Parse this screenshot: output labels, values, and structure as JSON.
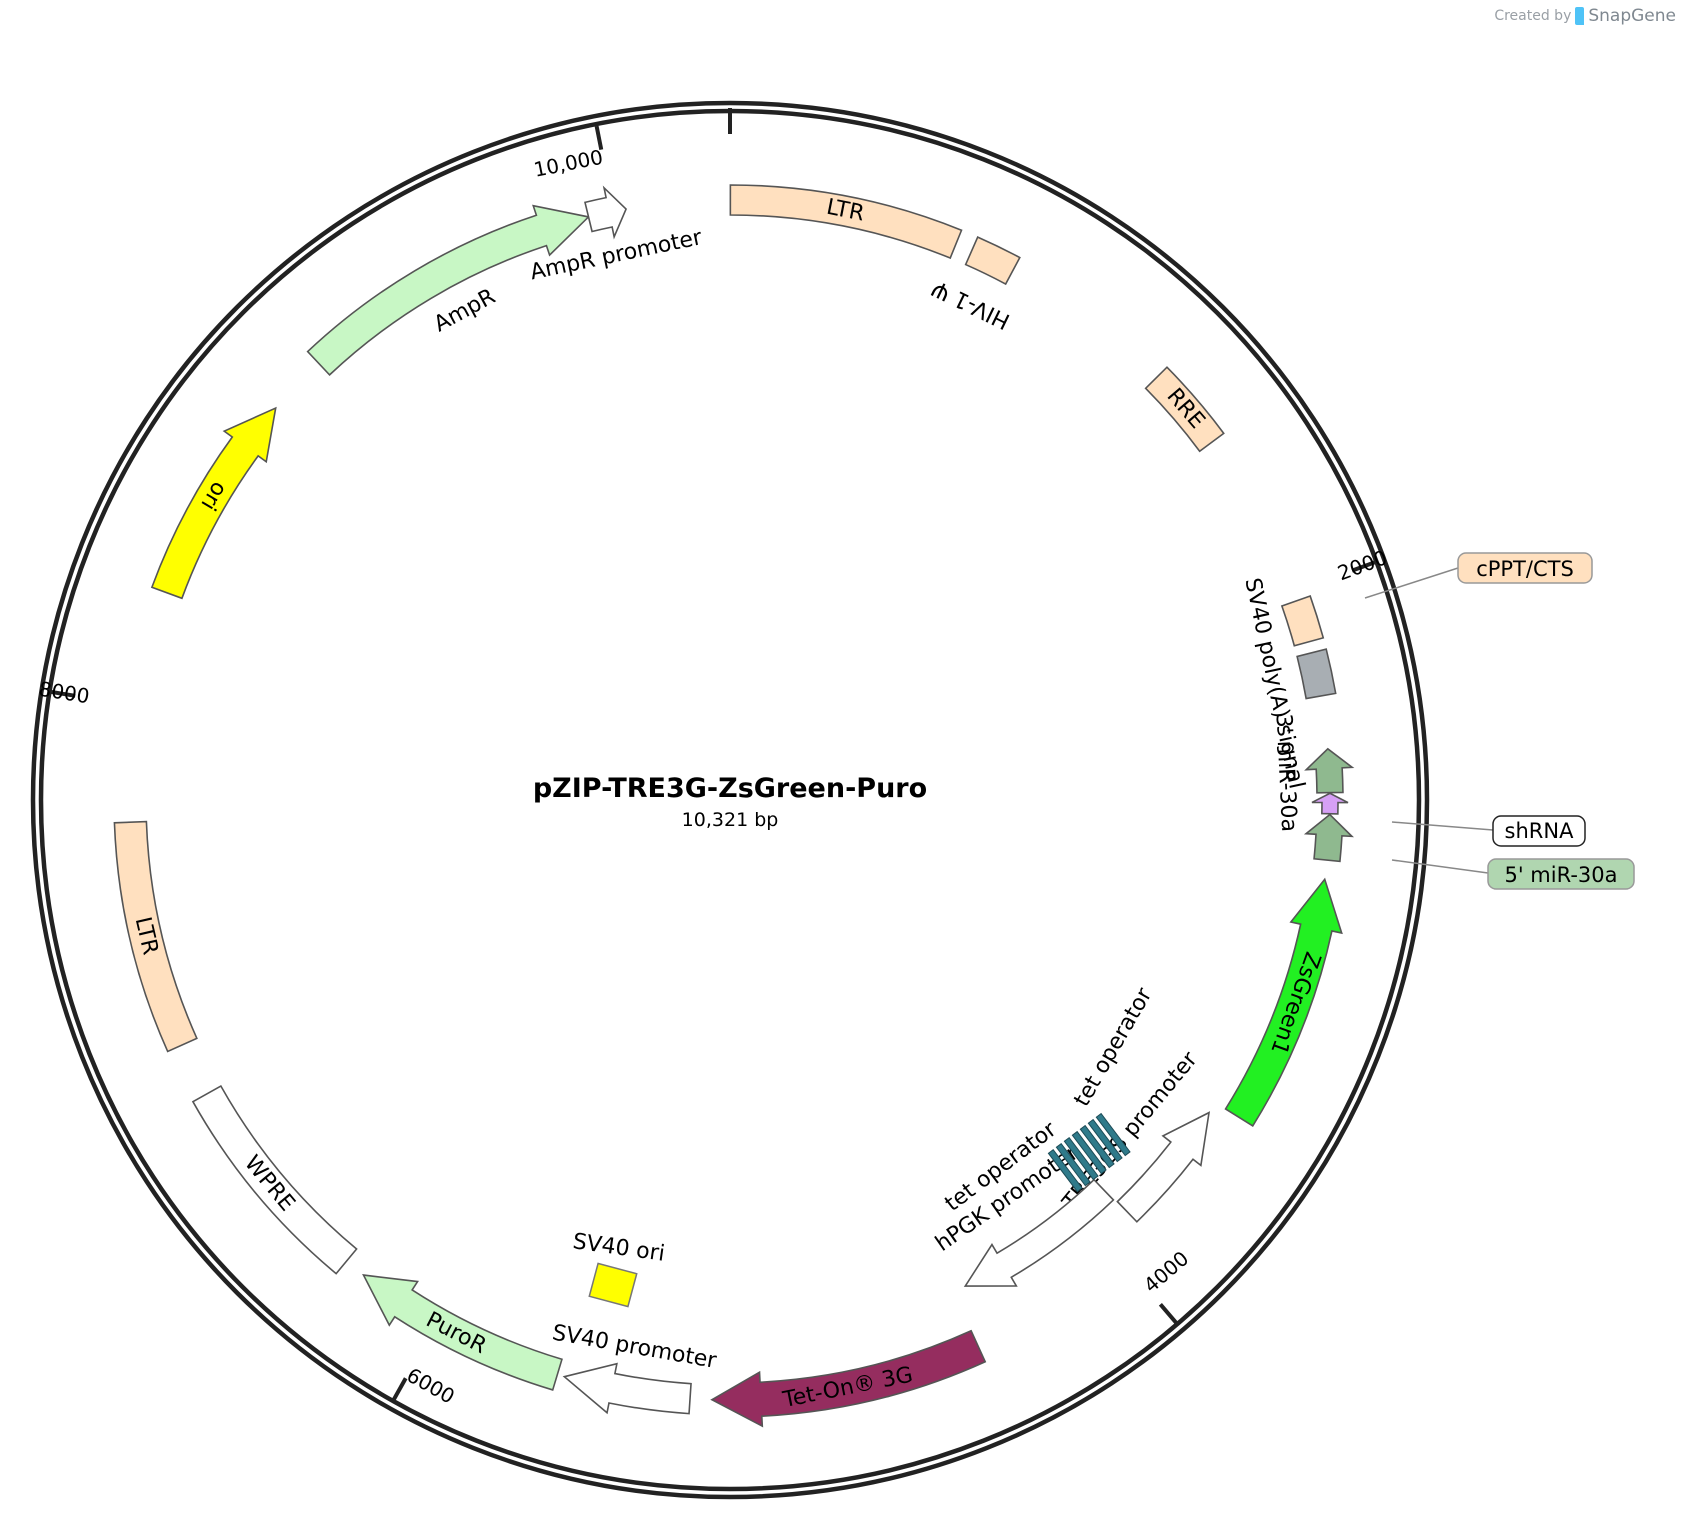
{
  "credit": {
    "prefix": "Created by",
    "brand": "SnapGene"
  },
  "plasmid": {
    "name": "pZIP-TRE3G-ZsGreen-Puro",
    "size_label": "10,321 bp",
    "length_bp": 10321
  },
  "ticks": [
    {
      "bp": 2000,
      "label": "2000"
    },
    {
      "bp": 4000,
      "label": "4000"
    },
    {
      "bp": 6000,
      "label": "6000"
    },
    {
      "bp": 8000,
      "label": "8000"
    },
    {
      "bp": 10000,
      "label": "10,000"
    }
  ],
  "features": [
    {
      "id": "ltr-5",
      "label": "LTR",
      "start": 1,
      "end": 634,
      "color": "#ffe0bf",
      "type": "box"
    },
    {
      "id": "hiv-psi",
      "label": "HIV-1 Ψ",
      "start": 681,
      "end": 806,
      "color": "#ffe0bf",
      "type": "box"
    },
    {
      "id": "rre",
      "label": "RRE",
      "start": 1298,
      "end": 1531,
      "color": "#ffe0bf",
      "type": "box"
    },
    {
      "id": "cppt",
      "label": "cPPT/CTS",
      "start": 2025,
      "end": 2142,
      "color": "#ffe0bf",
      "type": "box"
    },
    {
      "id": "sv40-pa",
      "label": "SV40 poly(A) signal",
      "start": 2173,
      "end": 2294,
      "color": "#a8aeb3",
      "type": "box"
    },
    {
      "id": "mir30-3",
      "label": "3' miR-30a",
      "start": 2440,
      "end": 2560,
      "color": "#8fb98f",
      "type": "arrow-rev"
    },
    {
      "id": "shrna",
      "label": "shRNA",
      "start": 2562,
      "end": 2618,
      "color": "#d6a0f5",
      "type": "arrow-rev"
    },
    {
      "id": "mir30-5",
      "label": "5' miR-30a",
      "start": 2620,
      "end": 2745,
      "color": "#8fb98f",
      "type": "arrow-rev"
    },
    {
      "id": "zsgreen",
      "label": "ZsGreen1",
      "start": 2798,
      "end": 3496,
      "color": "#22f022",
      "type": "arrow-rev"
    },
    {
      "id": "tre3gs",
      "label": "TRE3GS promoter",
      "start": 3530,
      "end": 3900,
      "color": "#ffffff",
      "type": "arrow-rev"
    },
    {
      "id": "hpgk",
      "label": "hPGK promoter",
      "start": 3905,
      "end": 4420,
      "color": "#ffffff",
      "type": "arrow-fwd"
    },
    {
      "id": "teton",
      "label": "Tet-On® 3G",
      "start": 4460,
      "end": 5210,
      "color": "#952d5f",
      "type": "arrow-fwd"
    },
    {
      "id": "sv40-prom",
      "label": "SV40 promoter",
      "start": 5270,
      "end": 5620,
      "color": "#ffffff",
      "type": "arrow-fwd"
    },
    {
      "id": "puror",
      "label": "PuroR",
      "start": 5640,
      "end": 6240,
      "color": "#c8f7c5",
      "type": "arrow-fwd"
    },
    {
      "id": "wpre",
      "label": "WPRE",
      "start": 6300,
      "end": 6900,
      "color": "#ffffff",
      "type": "box"
    },
    {
      "id": "ltr-3",
      "label": "LTR",
      "start": 7050,
      "end": 7680,
      "color": "#ffe0bf",
      "type": "box"
    },
    {
      "id": "ori",
      "label": "ori",
      "start": 8320,
      "end": 8910,
      "color": "#ffff00",
      "type": "arrow-fwd"
    },
    {
      "id": "ampr",
      "label": "AmpR",
      "start": 9080,
      "end": 9930,
      "color": "#c8f7c5",
      "type": "arrow-fwd"
    },
    {
      "id": "ampr-prom",
      "label": "AmpR promoter",
      "start": 9930,
      "end": 10035,
      "color": "#ffffff",
      "type": "arrow-fwd"
    }
  ],
  "inner": {
    "tet_label_a": "tet operator",
    "tet_label_b": "tet operator",
    "sv40_ori": "SV40 ori"
  },
  "colors": {
    "tet": "#2f7a8a",
    "sv40ori": "#ffff00"
  }
}
